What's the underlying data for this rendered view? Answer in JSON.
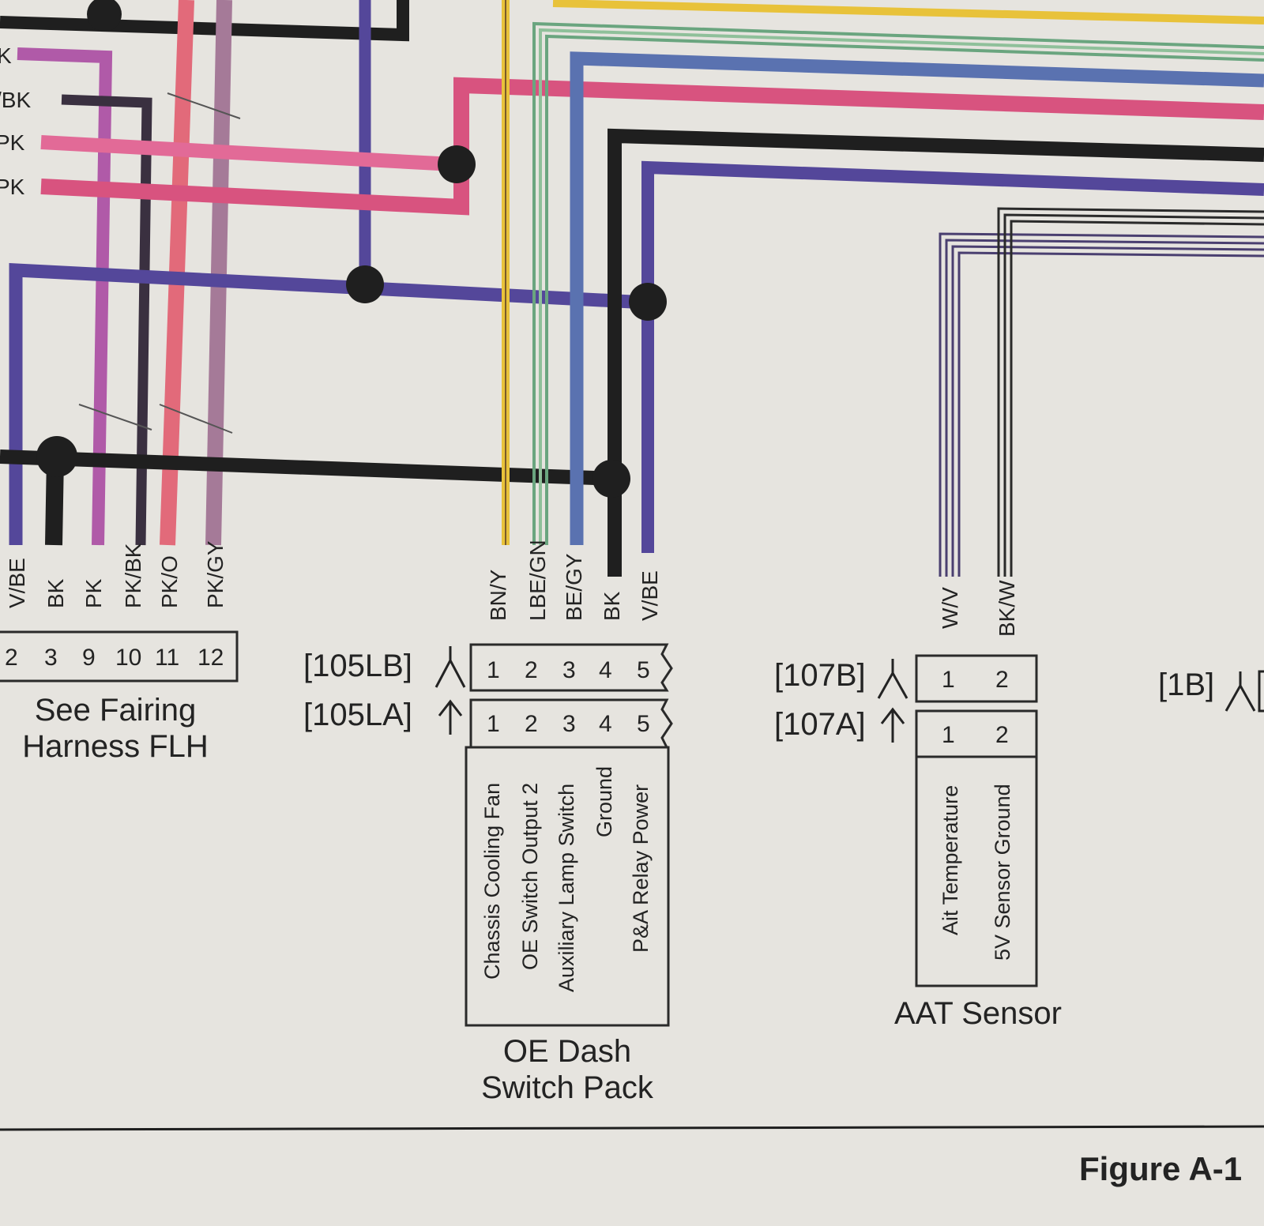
{
  "colors": {
    "background": "#e6e4df",
    "black": "#1f1f1f",
    "violet_blue": "#54479a",
    "pink": "#d8537f",
    "pink_light": "#e26a97",
    "magenta": "#b05aa8",
    "orange_pink": "#e26a7a",
    "pink_gray": "#a57a98",
    "blue": "#3f57a8",
    "yellow": "#e8c23a",
    "green": "#6aa57f",
    "blue_gray": "#6c7fa8"
  },
  "top_left_labels": [
    "K",
    "/BK",
    "PK",
    "PK"
  ],
  "fairing": {
    "wires": [
      "V/BE",
      "BK",
      "PK",
      "PK/BK",
      "PK/O",
      "PK/GY"
    ],
    "pins": [
      "2",
      "3",
      "9",
      "10",
      "11",
      "12"
    ],
    "caption": [
      "See Fairing",
      "Harness FLH"
    ]
  },
  "oe_dash": {
    "connector_b": "[105LB]",
    "connector_a": "[105LA]",
    "wires": [
      "BN/Y",
      "LBE/GN",
      "BE/GY",
      "BK",
      "V/BE"
    ],
    "pins": [
      "1",
      "2",
      "3",
      "4",
      "5"
    ],
    "functions": [
      "Chassis Cooling Fan",
      "OE Switch Output 2",
      "Auxiliary Lamp Switch",
      "Ground",
      "P&A Relay Power"
    ],
    "caption": [
      "OE Dash",
      "Switch Pack"
    ]
  },
  "aat": {
    "connector_b": "[107B]",
    "connector_a": "[107A]",
    "wires": [
      "W/V",
      "BK/W"
    ],
    "pins": [
      "1",
      "2"
    ],
    "functions": [
      "Ait Temperature",
      "5V Sensor Ground"
    ],
    "caption": "AAT Sensor"
  },
  "right_connector": "[1B]",
  "figure_label": "Figure A-1"
}
